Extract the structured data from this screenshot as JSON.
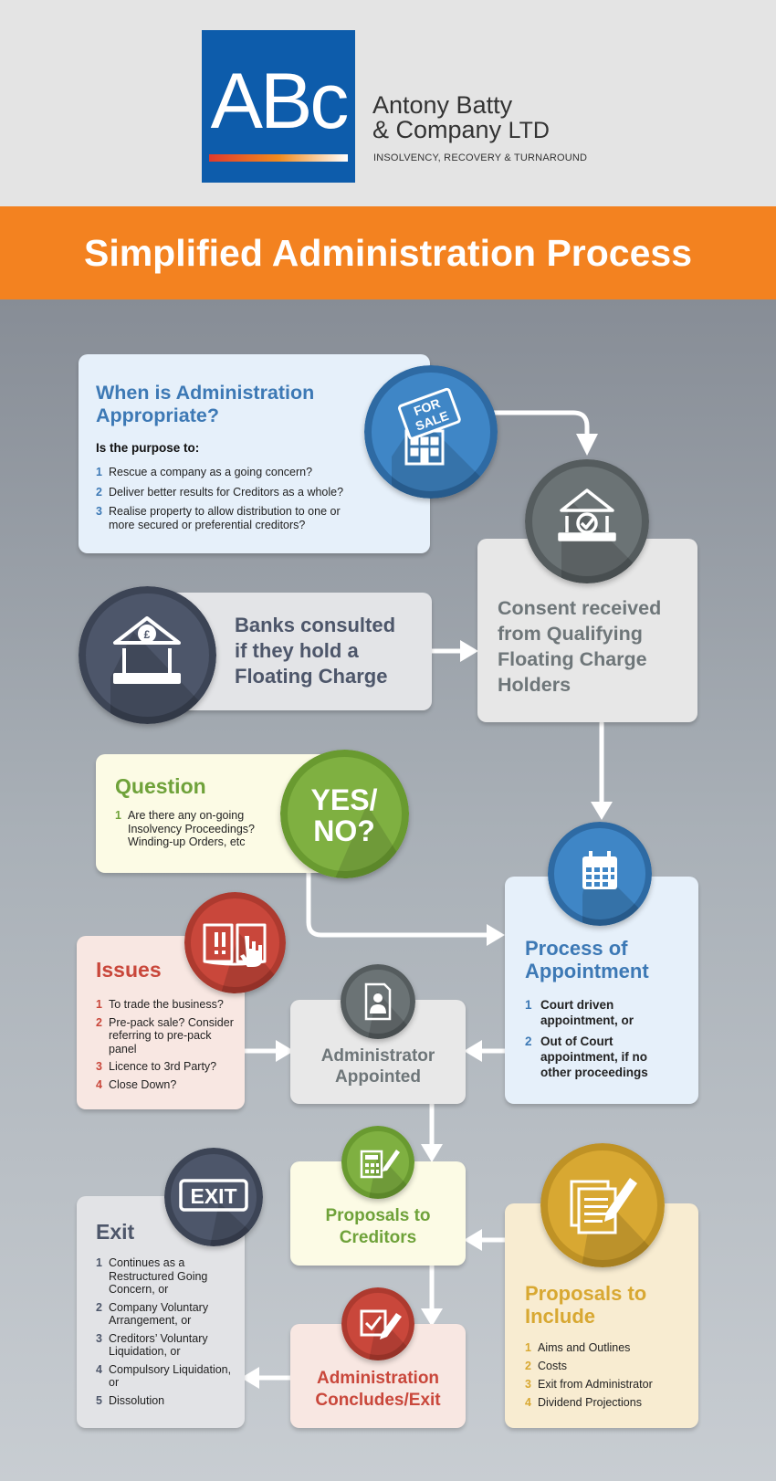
{
  "header": {
    "logo_letters": "ABc",
    "company_line1": "Antony Batty",
    "company_line2": "& Company",
    "company_suffix": "LTD",
    "tagline": "INSOLVENCY, RECOVERY & TURNAROUND"
  },
  "banner": {
    "title": "Simplified Administration Process"
  },
  "colors": {
    "orange": "#f38220",
    "brand_blue": "#0d5cab",
    "blue": "#3f86c6",
    "green": "#7fb041",
    "red": "#c9473b",
    "gold": "#d8a832",
    "slate": "#4d566a",
    "grey": "#6b7375"
  },
  "when": {
    "title_line1": "When is Administration",
    "title_line2": "Appropriate?",
    "subtitle": "Is the purpose to:",
    "items": [
      {
        "n": "1",
        "text": "Rescue a company as a going concern?"
      },
      {
        "n": "2",
        "text": "Deliver better results for Creditors as a whole?"
      },
      {
        "n": "3",
        "text": "Realise property to allow distribution to one or more secured or preferential creditors?"
      }
    ],
    "icon_text1": "FOR",
    "icon_text2": "SALE",
    "icon": "for-sale-sign-icon"
  },
  "consent": {
    "lines": [
      "Consent received",
      "from Qualifying",
      "Floating Charge",
      "Holders"
    ],
    "icon": "bank-check-icon"
  },
  "banks": {
    "lines": [
      "Banks consulted",
      "if they hold a",
      "Floating Charge"
    ],
    "icon": "bank-pound-icon"
  },
  "question": {
    "title": "Question",
    "items": [
      {
        "n": "1",
        "text": "Are there any on-going Insolvency Proceedings? Winding-up Orders, etc"
      }
    ],
    "badge_line1": "YES/",
    "badge_line2": "NO?"
  },
  "process": {
    "title_line1": "Process of",
    "title_line2": "Appointment",
    "items": [
      {
        "n": "1",
        "text": "Court driven appointment, or"
      },
      {
        "n": "2",
        "text": "Out of Court appointment, if no other proceedings"
      }
    ],
    "icon": "calendar-icon"
  },
  "issues": {
    "title": "Issues",
    "items": [
      {
        "n": "1",
        "text": "To trade the business?"
      },
      {
        "n": "2",
        "text": "Pre-pack sale? Consider referring to pre-pack panel"
      },
      {
        "n": "3",
        "text": "Licence to 3rd Party?"
      },
      {
        "n": "4",
        "text": "Close Down?"
      }
    ],
    "icon": "book-warning-icon"
  },
  "administrator": {
    "line1": "Administrator",
    "line2": "Appointed",
    "icon": "person-document-icon"
  },
  "proposals_creditors": {
    "line1": "Proposals to",
    "line2": "Creditors",
    "icon": "calculator-pen-icon"
  },
  "proposals_include": {
    "title_line1": "Proposals to",
    "title_line2": "Include",
    "items": [
      {
        "n": "1",
        "text": "Aims and Outlines"
      },
      {
        "n": "2",
        "text": "Costs"
      },
      {
        "n": "3",
        "text": "Exit from Administrator"
      },
      {
        "n": "4",
        "text": "Dividend Projections"
      }
    ],
    "icon": "documents-pen-icon"
  },
  "exit": {
    "title": "Exit",
    "badge": "EXIT",
    "items": [
      {
        "n": "1",
        "text": "Continues as a Restructured Going Concern, or"
      },
      {
        "n": "2",
        "text": "Company Voluntary Arrangement, or"
      },
      {
        "n": "3",
        "text": "Creditors’ Voluntary Liquidation, or"
      },
      {
        "n": "4",
        "text": "Compulsory Liquidation, or"
      },
      {
        "n": "5",
        "text": "Dissolution"
      }
    ]
  },
  "concludes": {
    "line1": "Administration",
    "line2": "Concludes/Exit",
    "icon": "checkbox-pen-icon"
  }
}
